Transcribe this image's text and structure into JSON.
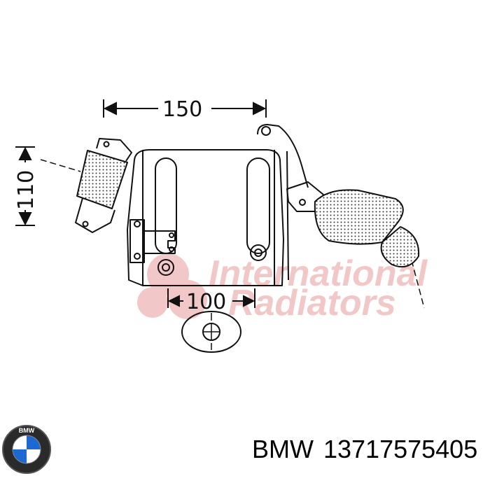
{
  "diagram": {
    "dimensions": {
      "width_top": "150",
      "height_left": "110",
      "width_bottom": "100"
    },
    "watermark": {
      "line1": "International",
      "line2": "Radiators"
    }
  },
  "caption": {
    "brand": "BMW",
    "part_number": "13717575405"
  },
  "logo": {
    "icon": "bmw-roundel-icon",
    "lettering": "BMW"
  },
  "colors": {
    "line": "#111111",
    "watermark": "#e99a9a",
    "logo_blue": "#1c69d4"
  }
}
